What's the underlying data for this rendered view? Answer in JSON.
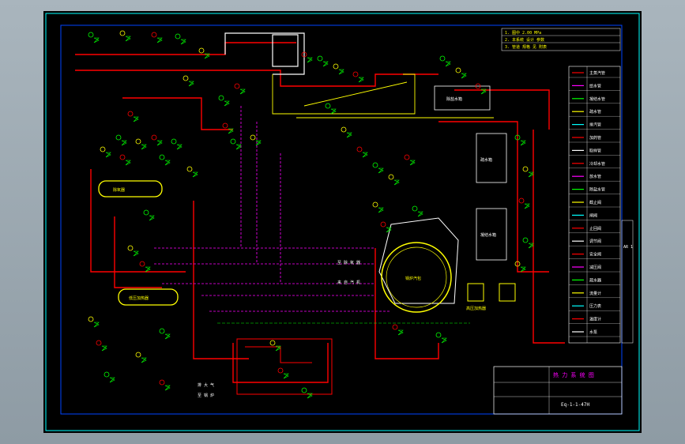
{
  "drawing": {
    "title_main": "热 力 系 统 图",
    "drawing_no": "Eq-1-1-47H",
    "header_notes": [
      "1. 图中 2.00 MPa",
      "2. 本系统 设计 参数",
      "3. 管道 规格 见 附表"
    ],
    "revision_label": "AR 1"
  },
  "equipment": {
    "deaerator": "除氧器",
    "boiler": "锅炉汽包",
    "tank_a": "疏水箱",
    "tank_b": "凝结水箱",
    "tank_c": "除盐水箱",
    "heater": "高压加热器",
    "lp_heater": "低压加热器"
  },
  "legend": {
    "rows": [
      "主蒸汽管",
      "给水管",
      "凝结水管",
      "疏水管",
      "排汽管",
      "加药管",
      "取样管",
      "冷却水管",
      "放水管",
      "除盐水管",
      "截止阀",
      "闸阀",
      "止回阀",
      "调节阀",
      "安全阀",
      "减压阀",
      "疏水器",
      "流量计",
      "压力表",
      "温度计",
      "水泵"
    ]
  },
  "pipes": {
    "label_a": "至 除 氧 器",
    "label_b": "来 自 汽 机",
    "label_c": "排 大 气",
    "label_d": "至 锅 炉"
  },
  "colors": {
    "steam": "#ff0000",
    "water": "#ff00ff",
    "structure": "#ffff00",
    "instrument": "#00ff00",
    "frame": "#00ffff",
    "text": "#ffffff"
  }
}
